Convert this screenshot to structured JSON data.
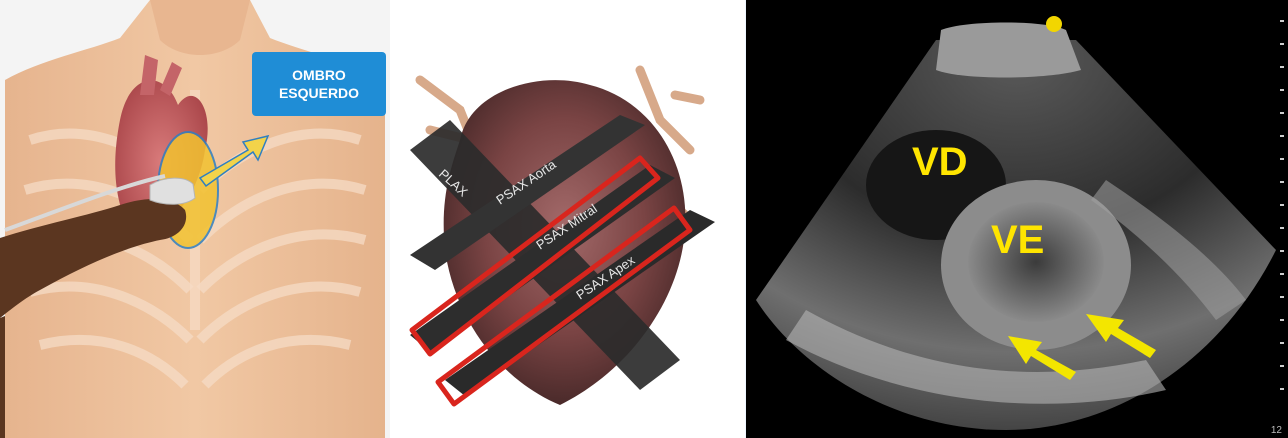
{
  "callout": {
    "text": "OMBRO\nESQUERDO"
  },
  "planes": [
    {
      "label": "PLAX"
    },
    {
      "label": "PSAX Aorta"
    },
    {
      "label": "PSAX Mitral"
    },
    {
      "label": "PSAX Apex"
    }
  ],
  "ultrasound": {
    "vd_label": "VD",
    "ve_label": "VE",
    "depth_value": "12"
  },
  "colors": {
    "callout": "#1f8dd6",
    "label_yellow": "#ffe500",
    "arrow_yellow": "#f3e600",
    "highlight_red": "#d9251d",
    "probe_zone": "#f2c230"
  }
}
